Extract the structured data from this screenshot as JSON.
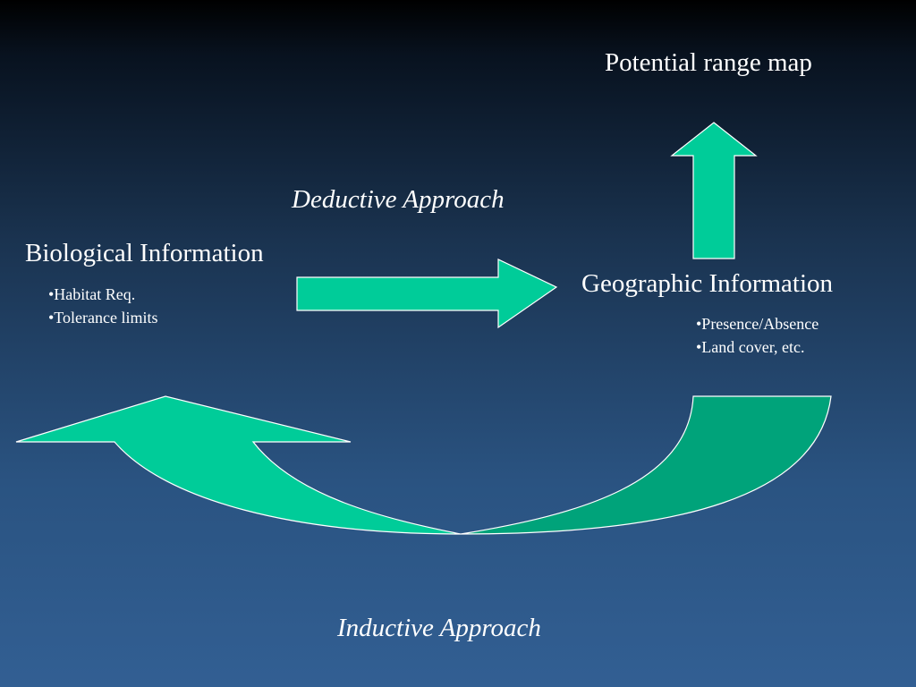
{
  "nodes": {
    "potential_range_map": "Potential range map",
    "deductive_approach": "Deductive Approach",
    "biological": {
      "title": "Biological Information",
      "bullets": [
        "•Habitat Req.",
        "•Tolerance limits"
      ]
    },
    "geographic": {
      "title": "Geographic Information",
      "bullets": [
        "•Presence/Absence",
        "•Land cover, etc."
      ]
    },
    "inductive_approach": "Inductive Approach"
  },
  "colors": {
    "arrow_fill": "#00cc99",
    "arrow_shade": "#00a37a",
    "arrow_outline": "#ffffff",
    "text": "#ffffff"
  }
}
